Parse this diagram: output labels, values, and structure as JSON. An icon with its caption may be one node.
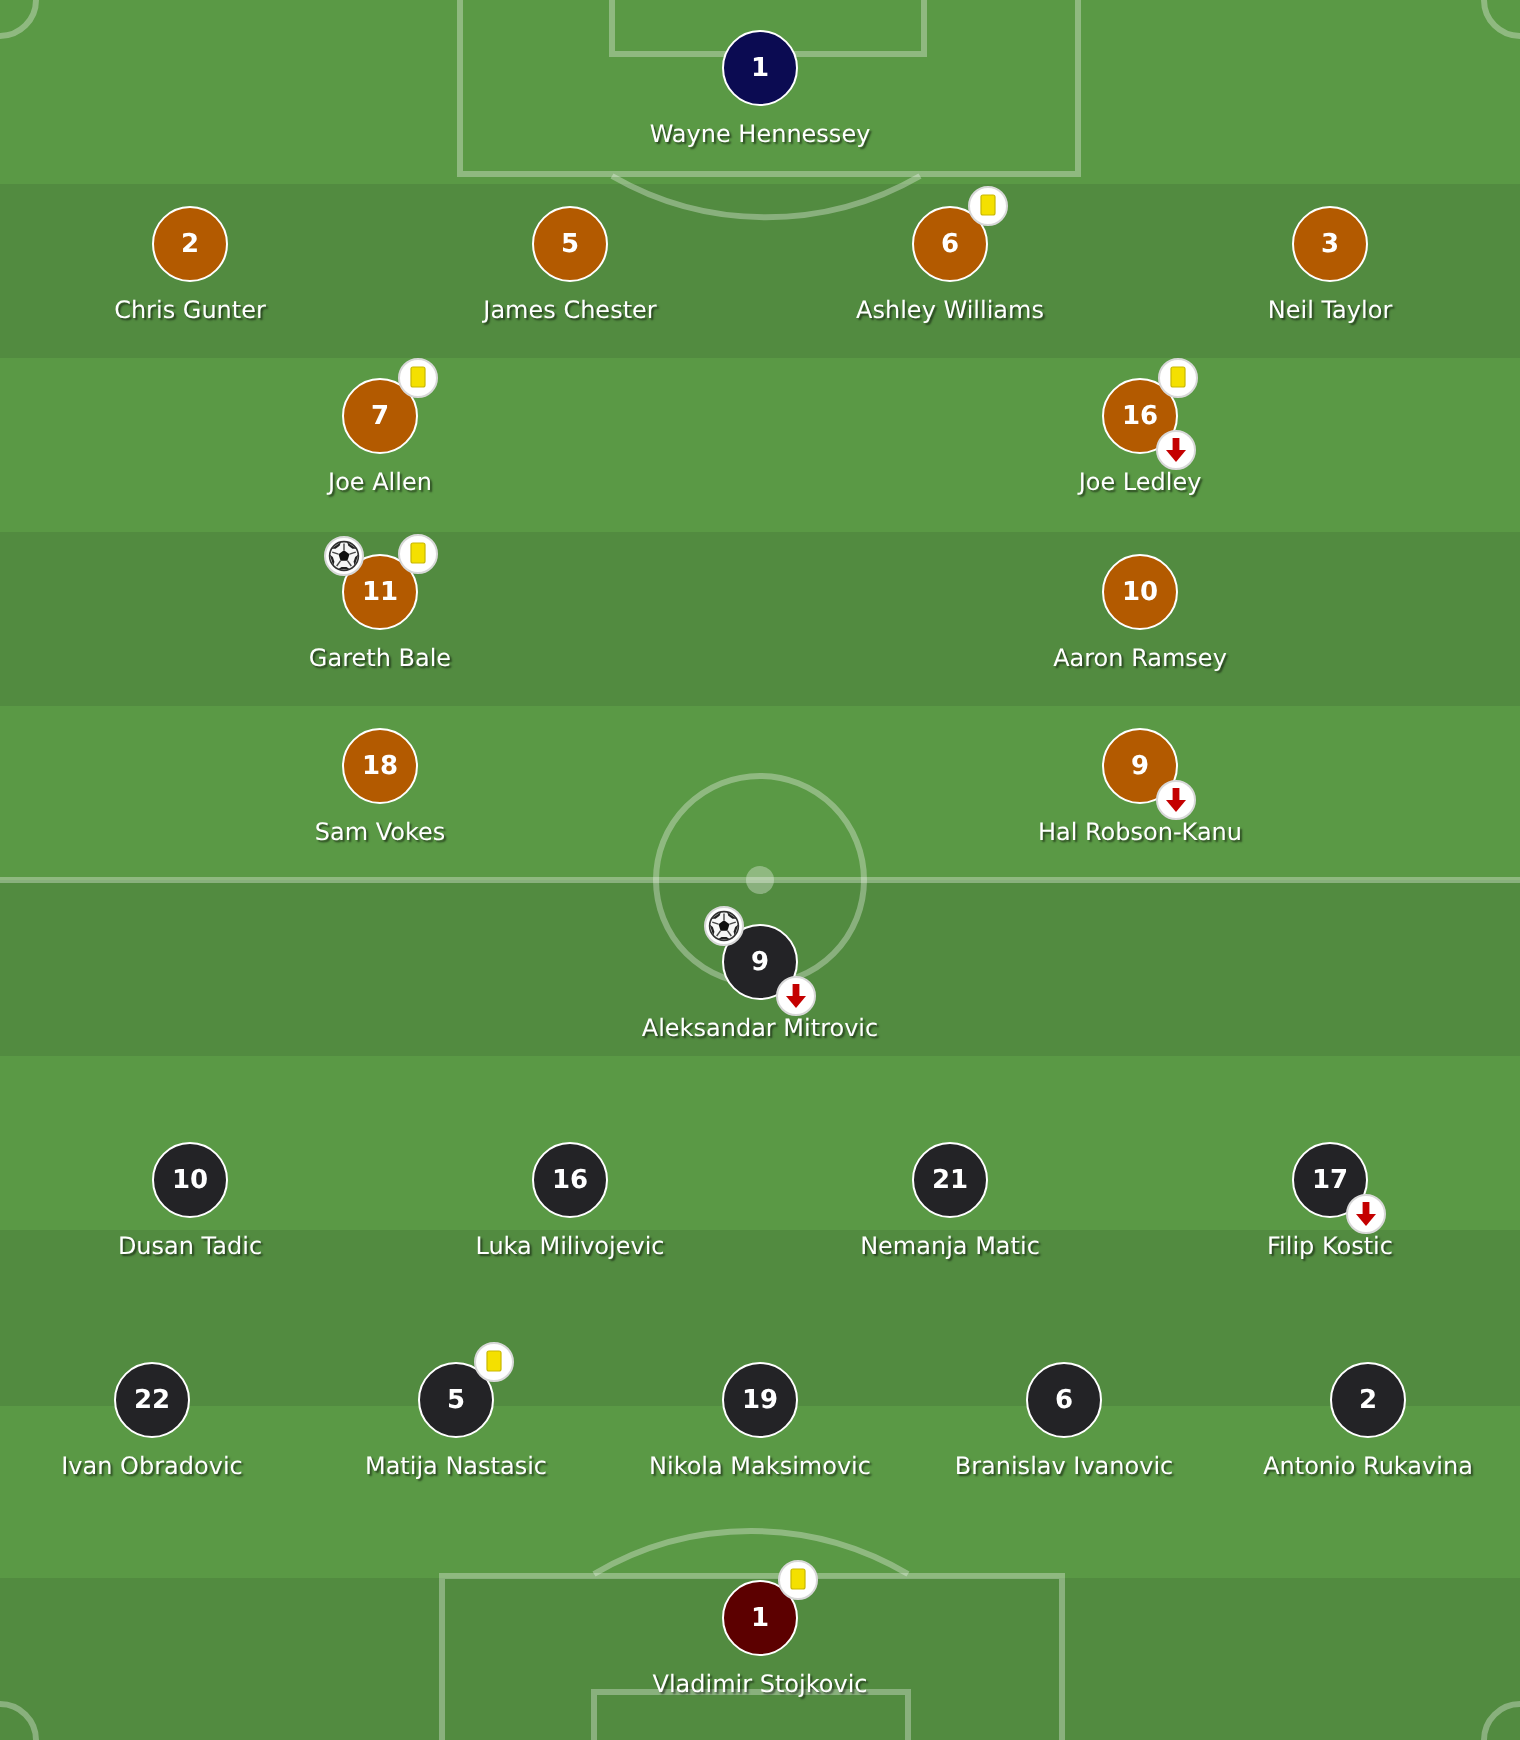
{
  "diagram": {
    "nodes": [
      {
        "text": [
          "1"
        ],
        "beside": [
          "Wayne Hennessey"
        ]
      },
      {
        "text": [
          "2"
        ],
        "beside": [
          "Chris Gunter"
        ]
      },
      {
        "text": [
          "5"
        ],
        "beside": [
          "James Chester"
        ]
      },
      {
        "text": [
          "6"
        ],
        "beside": [
          "Ashley Williams"
        ]
      },
      {
        "text": [
          "3"
        ],
        "beside": [
          "Neil Taylor"
        ]
      },
      {
        "text": [
          "7"
        ],
        "beside": [
          "Joe Allen"
        ]
      },
      {
        "text": [
          "16"
        ],
        "beside": [
          "Joe Ledley"
        ]
      },
      {
        "text": [
          "11"
        ],
        "beside": [
          "Gareth Bale"
        ]
      },
      {
        "text": [
          "10"
        ],
        "beside": [
          "Aaron Ramsey"
        ]
      },
      {
        "text": [
          "18"
        ],
        "beside": [
          "Sam Vokes"
        ]
      },
      {
        "text": [
          "9"
        ],
        "beside": [
          "Hal Robson-Kanu"
        ]
      },
      {
        "text": [
          "9"
        ],
        "beside": [
          "Aleksandar Mitrovic"
        ]
      },
      {
        "text": [
          "10"
        ],
        "beside": [
          "Dusan Tadic"
        ]
      },
      {
        "text": [
          "16"
        ],
        "beside": [
          "Luka Milivojevic"
        ]
      },
      {
        "text": [
          "21"
        ],
        "beside": [
          "Nemanja Matic"
        ]
      },
      {
        "text": [
          "17"
        ],
        "beside": [
          "Filip Kostic"
        ]
      },
      {
        "text": [
          "22"
        ],
        "beside": [
          "Ivan Obradovic"
        ]
      },
      {
        "text": [
          "5"
        ],
        "beside": [
          "Matija Nastasic"
        ]
      },
      {
        "text": [
          "19"
        ],
        "beside": [
          "Nikola Maksimovic"
        ]
      },
      {
        "text": [
          "6"
        ],
        "beside": [
          "Branislav Ivanovic"
        ]
      },
      {
        "text": [
          "2"
        ],
        "beside": [
          "Antonio Rukavina"
        ]
      },
      {
        "text": [
          "1"
        ],
        "beside": [
          "Vladimir Stojkovic"
        ]
      }
    ]
  }
}
